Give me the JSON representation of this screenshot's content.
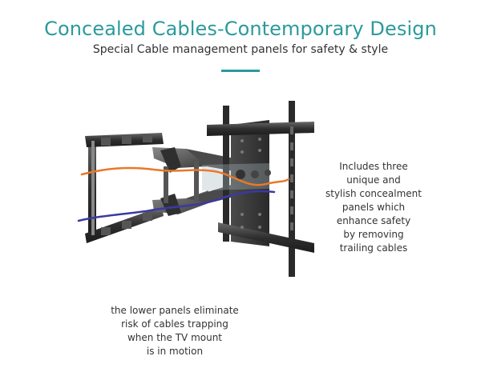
{
  "header": {
    "title": "Concealed Cables-Contemporary Design",
    "subtitle": "Special Cable management panels for safety & style"
  },
  "notes": {
    "right_lines": [
      "Includes three",
      "unique and",
      "stylish concealment",
      "panels which",
      "enhance safety",
      "by removing",
      "trailing cables"
    ],
    "left_lines": [
      "the lower panels eliminate",
      "risk of cables trapping",
      "when the TV mount",
      "is in motion"
    ]
  },
  "colors": {
    "accent": "#2b9a9c",
    "cable_orange": "#e8782a",
    "cable_blue": "#3a3aa0",
    "metal": "#3a3a3a"
  },
  "icons": {
    "product": "tv-wall-mount-illustration"
  }
}
